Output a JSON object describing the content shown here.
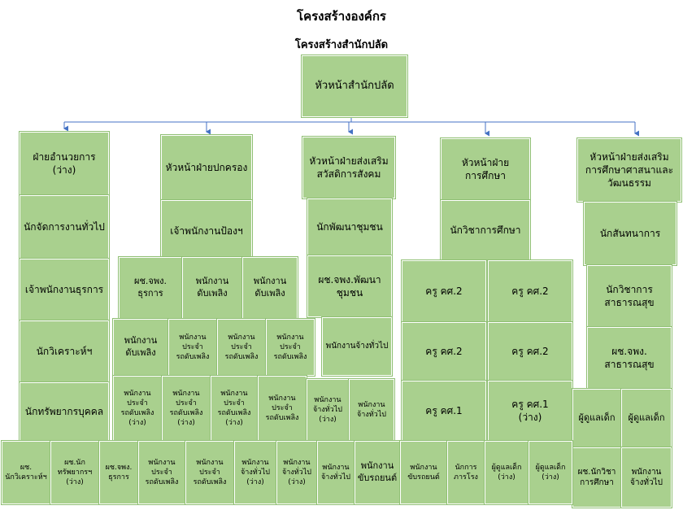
{
  "titles": {
    "main": "โครงสร้างองค์กร",
    "sub": "โครงสร้างสำนักปลัด"
  },
  "head": "หัวหน้าสำนักปลัด",
  "columns": {
    "admin": {
      "head": "ฝ่ายอำนวยการ\n(ว่าง)",
      "items": [
        "นักจัดการงานทั่วไป",
        "เจ้าพนักงานธุรการ",
        "นักวิเคราะห์ฯ",
        "นักทรัพยากรบุคคล"
      ]
    },
    "governance": {
      "head": "หัวหน้าฝ่ายปกครอง",
      "sub": "เจ้าพนักงานป้องฯ"
    },
    "social": {
      "head": "หัวหน้าฝ่ายส่งเสริม\nสวัสดิการสังคม",
      "items": [
        "นักพัฒนาชุมชน",
        "ผช.จพง.พัฒนา\nชุมชน",
        "พนักงานจ้างทั่วไป"
      ]
    },
    "education": {
      "head": "หัวหน้าฝ่าย\nการศึกษา",
      "sub": "นักวิชาการศึกษา"
    },
    "religion": {
      "head": "หัวหน้าฝ่ายส่งเสริม\nการศึกษาศาสนาและ\nวัฒนธรรม",
      "items": [
        "นักสันทนาการ",
        "นักวิชาการ\nสาธารณสุข",
        "ผช.จพง.\nสาธารณสุข"
      ]
    }
  },
  "gov_row1": [
    "ผช.จพง.\nธุรการ",
    "พนักงาน\nดับเพลิง",
    "พนักงาน\nดับเพลิง"
  ],
  "gov_row2": [
    "พนักงาน\nดับเพลิง",
    "พนักงาน\nประจำ\nรถดับเพลิง",
    "พนักงาน\nประจำ\nรถดับเพลิง",
    "พนักงาน\nประจำ\nรถดับเพลิง"
  ],
  "gov_row3": [
    "พนักงาน\nประจำ\nรถดับเพลิง\n(ว่าง)",
    "พนักงาน\nประจำ\nรถดับเพลิง\n(ว่าง)",
    "พนักงาน\nประจำ\nรถดับเพลิง\n(ว่าง)",
    "พนักงาน\nประจำ\nรถดับเพลิง",
    "พนักงาน\nจ้างทั่วไป\n(ว่าง)",
    "พนักงาน\nจ้างทั่วไป"
  ],
  "teachers": {
    "left": [
      "ครู คศ.2",
      "ครู คศ.2",
      "ครู คศ.1"
    ],
    "right": [
      "ครู คศ.2",
      "ครู คศ.2",
      "ครู คศ.1\n(ว่าง)"
    ]
  },
  "caregivers": [
    "ผู้ดูแลเด็ก",
    "ผู้ดูแลเด็ก"
  ],
  "religion_bottom": [
    "ผช.นักวิชา\nการศึกษา",
    "พนักงาน\nจ้างทั่วไป"
  ],
  "bottom_row": [
    "ผช.\nนักวิเคราะห์ฯ",
    "ผช.นัก\nทรัพยากรฯ\n(ว่าง)",
    "ผช.จพง.\nธุรการ",
    "พนักงาน\nประจำ\nรถดับเพลิง",
    "พนักงาน\nประจำ\nรถดับเพลิง",
    "พนักงาน\nจ้างทั่วไป\n(ว่าง)",
    "พนักงาน\nจ้างทั่วไป\n(ว่าง)",
    "พนักงาน\nจ้างทั่วไป",
    "พนักงาน\nขับรถยนต์",
    "พนักงาน\nขับรถยนต์",
    "นักการ\nภารโรง",
    "ผู้ดูแลเด็ก\n(ว่าง)",
    "ผู้ดูแลเด็ก\n(ว่าง)"
  ],
  "colors": {
    "box_fill": "#a9d08e",
    "box_edge": "#8fbf73",
    "connector": "#4472c4"
  }
}
